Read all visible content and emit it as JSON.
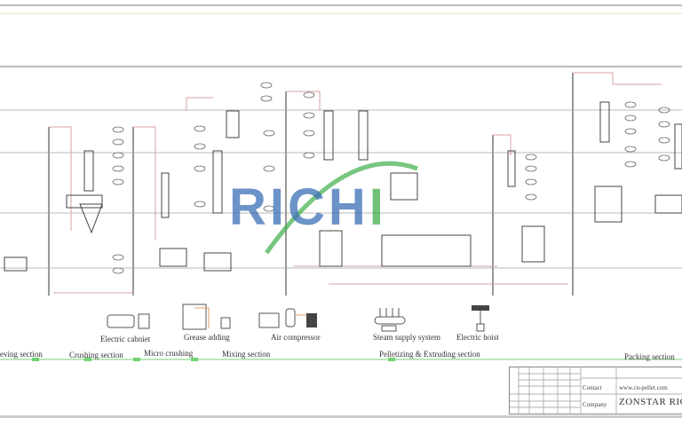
{
  "logo": {
    "text": "RICHI",
    "colors": {
      "primary": "#3b6fb6",
      "accent": "#3fae49"
    }
  },
  "equipment": [
    {
      "label": "Electric cabniet",
      "icon": "electric-cabinet-icon"
    },
    {
      "label": "Grease adding",
      "icon": "grease-adding-icon"
    },
    {
      "label": "Air compressor",
      "icon": "air-compressor-icon"
    },
    {
      "label": "Steam supply system",
      "icon": "steam-supply-icon"
    },
    {
      "label": "Electric hoist",
      "icon": "electric-hoist-icon"
    }
  ],
  "sections": [
    {
      "label": "eving section"
    },
    {
      "label": "Crushing section"
    },
    {
      "label": "Micro crushing"
    },
    {
      "label": "Mixing section"
    },
    {
      "label": "Pelletizing & Extruding section"
    },
    {
      "label": "Packing section"
    }
  ],
  "title_block": {
    "contact_label": "Contact",
    "contact_value": "www.cn-pellet.com",
    "company_label": "Company",
    "company_value": "ZONSTAR RICHI"
  },
  "colors": {
    "section_line": "#6fd36f",
    "pipe": "#d9a0a0",
    "grid": "#aaaaaa"
  }
}
